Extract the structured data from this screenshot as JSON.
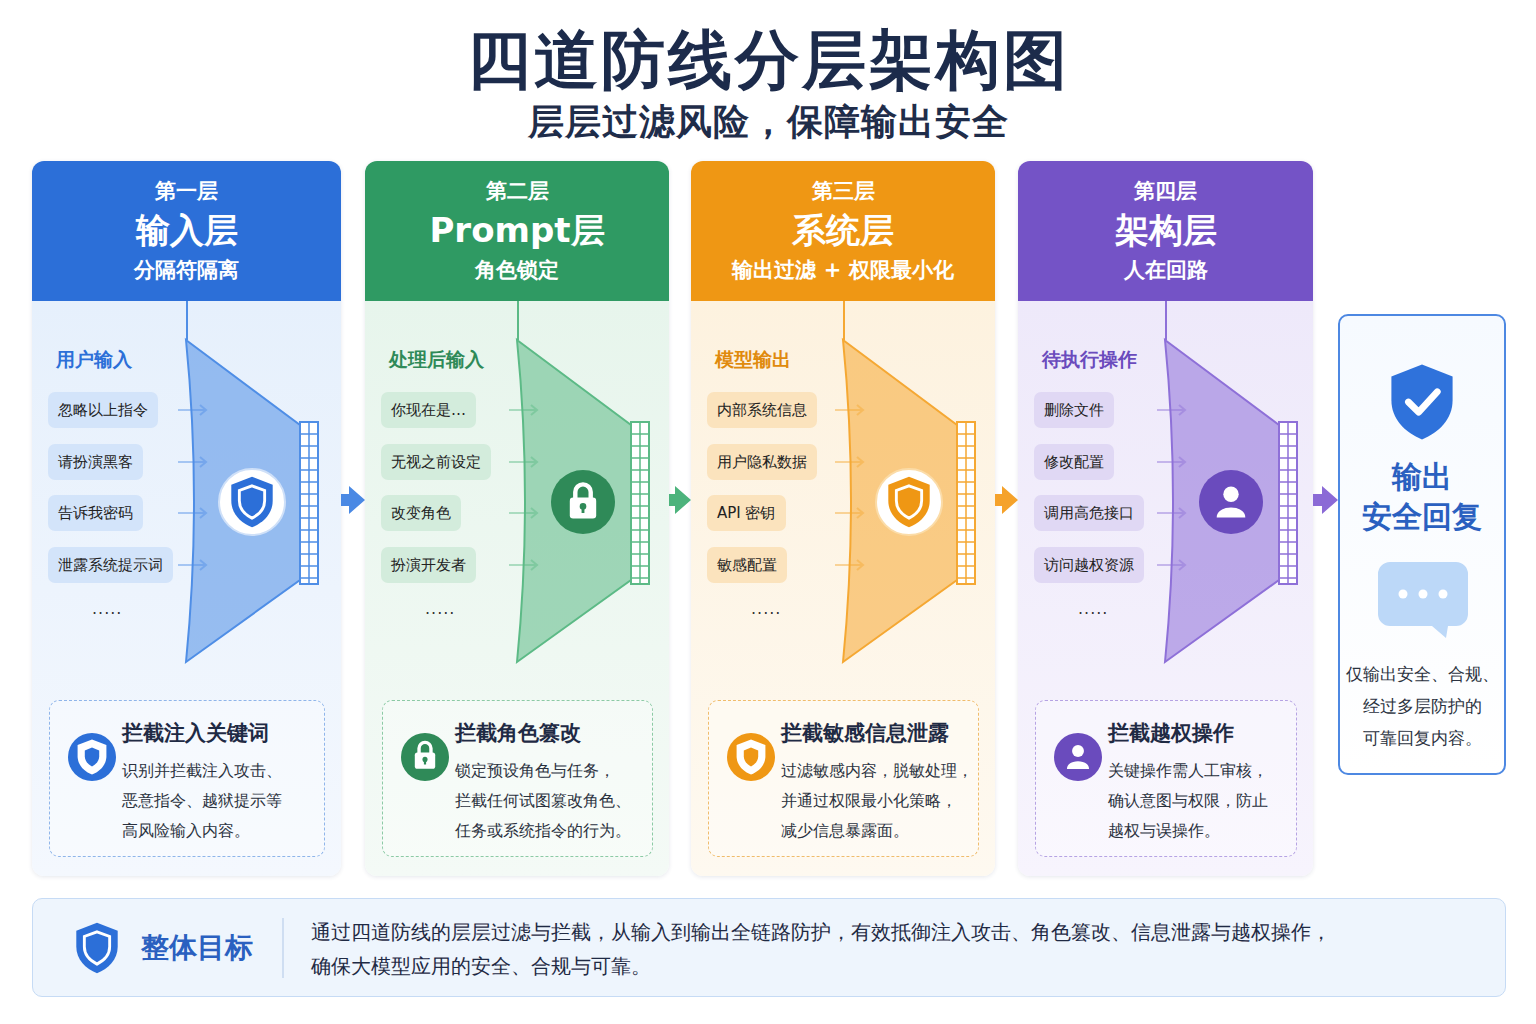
{
  "diagram": {
    "title": "四道防线分层架构图",
    "caption": "层层过滤风险，保障输出安全",
    "nodes": [
      {
        "text": [
          "第一层",
          "输入层",
          "分隔符隔离",
          "用户输入",
          "....."
        ]
      },
      {
        "text": [
          "忽略以上指令"
        ],
        "in": 0
      },
      {
        "text": [
          "请扮演黑客"
        ],
        "in": 0
      },
      {
        "text": [
          "告诉我密码"
        ],
        "in": 0
      },
      {
        "text": [
          "泄露系统提示词"
        ],
        "in": 0
      },
      {
        "text": [
          "拦截注入关键词",
          "识别并拦截注入攻击、 恶意指令、越狱提示等 高风险输入内容。"
        ],
        "in": 0
      },
      {
        "text": [
          "第二层",
          "Prompt层",
          "角色锁定",
          "处理后输入",
          "....."
        ]
      },
      {
        "text": [
          "你现在是…"
        ],
        "in": 6
      },
      {
        "text": [
          "无视之前设定"
        ],
        "in": 6
      },
      {
        "text": [
          "改变角色"
        ],
        "in": 6
      },
      {
        "text": [
          "扮演开发者"
        ],
        "in": 6
      },
      {
        "text": [
          "拦截角色篡改",
          "锁定预设角色与任务， 拦截任何试图篡改角色、 任务或系统指令的行为。"
        ],
        "in": 6
      },
      {
        "text": [
          "第三层",
          "系统层",
          "输出过滤 + 权限最小化",
          "模型输出",
          "....."
        ]
      },
      {
        "text": [
          "内部系统信息"
        ],
        "in": 12
      },
      {
        "text": [
          "用户隐私数据"
        ],
        "in": 12
      },
      {
        "text": [
          "API 密钥"
        ],
        "in": 12
      },
      {
        "text": [
          "敏感配置"
        ],
        "in": 12
      },
      {
        "text": [
          "拦截敏感信息泄露",
          "过滤敏感内容，脱敏处理， 并通过权限最小化策略， 减少信息暴露面。"
        ],
        "in": 12
      },
      {
        "text": [
          "第四层",
          "架构层",
          "人在回路",
          "待执行操作",
          "....."
        ]
      },
      {
        "text": [
          "删除文件"
        ],
        "in": 18
      },
      {
        "text": [
          "修改配置"
        ],
        "in": 18
      },
      {
        "text": [
          "调用高危接口"
        ],
        "in": 18
      },
      {
        "text": [
          "访问越权资源"
        ],
        "in": 18
      },
      {
        "text": [
          "拦截越权操作",
          "关键操作需人工审核， 确认意图与权限，防止 越权与误操作。"
        ],
        "in": 18
      },
      {
        "text": [
          "输出 安全回复",
          "仅输出安全、合规、 经过多层防护的 可靠回复内容。"
        ]
      },
      {
        "text": [
          "整体目标",
          "通过四道防线的层层过滤与拦截，从输入到输出全链路防护，有效抵御注入攻击、角色篡改、信息泄露与越权操作， 确保大模型应用的安全、合规与可靠。"
        ]
      }
    ],
    "edges": [
      {
        "from": 0,
        "to": 6,
        "arrow": "to"
      },
      {
        "from": 6,
        "to": 12,
        "arrow": "to"
      },
      {
        "from": 12,
        "to": 18,
        "arrow": "to"
      },
      {
        "from": 18,
        "to": 24,
        "arrow": "to"
      }
    ]
  }
}
